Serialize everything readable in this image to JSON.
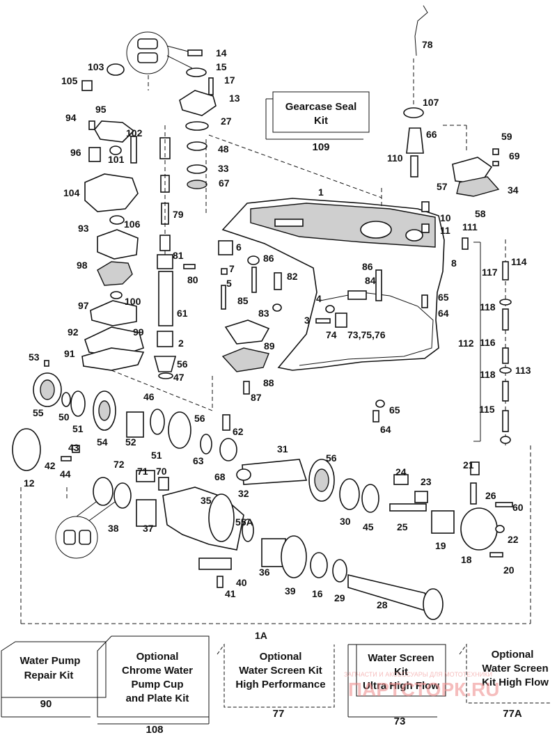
{
  "callouts": [
    {
      "id": "c14",
      "text": "14"
    },
    {
      "id": "c15",
      "text": "15"
    },
    {
      "id": "c17",
      "text": "17"
    },
    {
      "id": "c13",
      "text": "13"
    },
    {
      "id": "c103",
      "text": "103"
    },
    {
      "id": "c105",
      "text": "105"
    },
    {
      "id": "c95",
      "text": "95"
    },
    {
      "id": "c94",
      "text": "94"
    },
    {
      "id": "c102",
      "text": "102"
    },
    {
      "id": "c96",
      "text": "96"
    },
    {
      "id": "c101",
      "text": "101"
    },
    {
      "id": "c104",
      "text": "104"
    },
    {
      "id": "c106",
      "text": "106"
    },
    {
      "id": "c93",
      "text": "93"
    },
    {
      "id": "c98",
      "text": "98"
    },
    {
      "id": "c97",
      "text": "97"
    },
    {
      "id": "c100",
      "text": "100"
    },
    {
      "id": "c92",
      "text": "92"
    },
    {
      "id": "c99",
      "text": "99"
    },
    {
      "id": "c91",
      "text": "91"
    },
    {
      "id": "c27",
      "text": "27"
    },
    {
      "id": "c48",
      "text": "48"
    },
    {
      "id": "c33",
      "text": "33"
    },
    {
      "id": "c67",
      "text": "67"
    },
    {
      "id": "c79",
      "text": "79"
    },
    {
      "id": "c81",
      "text": "81"
    },
    {
      "id": "c80",
      "text": "80"
    },
    {
      "id": "c61",
      "text": "61"
    },
    {
      "id": "c2",
      "text": "2"
    },
    {
      "id": "c56a",
      "text": "56"
    },
    {
      "id": "c47",
      "text": "47"
    },
    {
      "id": "c46",
      "text": "46"
    },
    {
      "id": "c78",
      "text": "78"
    },
    {
      "id": "c107",
      "text": "107"
    },
    {
      "id": "c66",
      "text": "66"
    },
    {
      "id": "c110",
      "text": "110"
    },
    {
      "id": "c59",
      "text": "59"
    },
    {
      "id": "c69",
      "text": "69"
    },
    {
      "id": "c57",
      "text": "57"
    },
    {
      "id": "c34",
      "text": "34"
    },
    {
      "id": "c58",
      "text": "58"
    },
    {
      "id": "c10",
      "text": "10"
    },
    {
      "id": "c11",
      "text": "11"
    },
    {
      "id": "c111",
      "text": "111"
    },
    {
      "id": "c1",
      "text": "1"
    },
    {
      "id": "c6",
      "text": "6"
    },
    {
      "id": "c86a",
      "text": "86"
    },
    {
      "id": "c7",
      "text": "7"
    },
    {
      "id": "c5",
      "text": "5"
    },
    {
      "id": "c82",
      "text": "82"
    },
    {
      "id": "c85",
      "text": "85"
    },
    {
      "id": "c86b",
      "text": "86"
    },
    {
      "id": "c84",
      "text": "84"
    },
    {
      "id": "c8",
      "text": "8"
    },
    {
      "id": "c114",
      "text": "114"
    },
    {
      "id": "c117",
      "text": "117"
    },
    {
      "id": "c65a",
      "text": "65"
    },
    {
      "id": "c83",
      "text": "83"
    },
    {
      "id": "c4",
      "text": "4"
    },
    {
      "id": "c3",
      "text": "3"
    },
    {
      "id": "c74",
      "text": "74"
    },
    {
      "id": "c737576",
      "text": "73,75,76"
    },
    {
      "id": "c64a",
      "text": "64"
    },
    {
      "id": "c118a",
      "text": "118"
    },
    {
      "id": "c89",
      "text": "89"
    },
    {
      "id": "c112",
      "text": "112"
    },
    {
      "id": "c116",
      "text": "116"
    },
    {
      "id": "c113",
      "text": "113"
    },
    {
      "id": "c118b",
      "text": "118"
    },
    {
      "id": "c88",
      "text": "88"
    },
    {
      "id": "c87",
      "text": "87"
    },
    {
      "id": "c115",
      "text": "115"
    },
    {
      "id": "c53",
      "text": "53"
    },
    {
      "id": "c55",
      "text": "55"
    },
    {
      "id": "c50",
      "text": "50"
    },
    {
      "id": "c51a",
      "text": "51"
    },
    {
      "id": "c54",
      "text": "54"
    },
    {
      "id": "c52",
      "text": "52"
    },
    {
      "id": "c51b",
      "text": "51"
    },
    {
      "id": "c56b",
      "text": "56"
    },
    {
      "id": "c62",
      "text": "62"
    },
    {
      "id": "c63",
      "text": "63"
    },
    {
      "id": "c65b",
      "text": "65"
    },
    {
      "id": "c64b",
      "text": "64"
    },
    {
      "id": "c12",
      "text": "12"
    },
    {
      "id": "c43",
      "text": "43"
    },
    {
      "id": "c42",
      "text": "42"
    },
    {
      "id": "c44",
      "text": "44"
    },
    {
      "id": "c72",
      "text": "72"
    },
    {
      "id": "c71",
      "text": "71"
    },
    {
      "id": "c70",
      "text": "70"
    },
    {
      "id": "c68",
      "text": "68"
    },
    {
      "id": "c31",
      "text": "31"
    },
    {
      "id": "c32",
      "text": "32"
    },
    {
      "id": "c56c",
      "text": "56"
    },
    {
      "id": "c24",
      "text": "24"
    },
    {
      "id": "c23",
      "text": "23"
    },
    {
      "id": "c21",
      "text": "21"
    },
    {
      "id": "c26",
      "text": "26"
    },
    {
      "id": "c60",
      "text": "60"
    },
    {
      "id": "c35",
      "text": "35"
    },
    {
      "id": "c38",
      "text": "38"
    },
    {
      "id": "c37",
      "text": "37"
    },
    {
      "id": "c55A",
      "text": "55A"
    },
    {
      "id": "c30",
      "text": "30"
    },
    {
      "id": "c45",
      "text": "45"
    },
    {
      "id": "c25",
      "text": "25"
    },
    {
      "id": "c19",
      "text": "19"
    },
    {
      "id": "c18",
      "text": "18"
    },
    {
      "id": "c22",
      "text": "22"
    },
    {
      "id": "c20",
      "text": "20"
    },
    {
      "id": "c40",
      "text": "40"
    },
    {
      "id": "c41",
      "text": "41"
    },
    {
      "id": "c36",
      "text": "36"
    },
    {
      "id": "c39",
      "text": "39"
    },
    {
      "id": "c16",
      "text": "16"
    },
    {
      "id": "c29",
      "text": "29"
    },
    {
      "id": "c28",
      "text": "28"
    },
    {
      "id": "c1A",
      "text": "1A"
    }
  ],
  "kits": {
    "gearcase_seal": {
      "line1": "Gearcase Seal",
      "line2": "Kit",
      "number": "109"
    },
    "water_pump": {
      "line1": "Water Pump",
      "line2": "Repair Kit",
      "number": "90"
    },
    "chrome_cup": {
      "line1": "Optional",
      "line2": "Chrome Water",
      "line3": "Pump Cup",
      "line4": "and Plate Kit",
      "number": "108"
    },
    "screen_hp": {
      "line1": "Optional",
      "line2": "Water Screen Kit",
      "line3": "High Performance",
      "number": "77"
    },
    "screen_uhf": {
      "line1": "Water Screen",
      "line2": "Kit",
      "line3": "Ultra High Flow",
      "number": "73"
    },
    "screen_hf": {
      "line1": "Optional",
      "line2": "Water Screen",
      "line3": "Kit High Flow",
      "number": "77A"
    }
  },
  "watermark": {
    "small": "ЗАПЧАСТИ И АКСЕССУАРЫ ДЛЯ МОТОТЕХНИКИ",
    "big": "ПАРТСТОРК.RU"
  }
}
